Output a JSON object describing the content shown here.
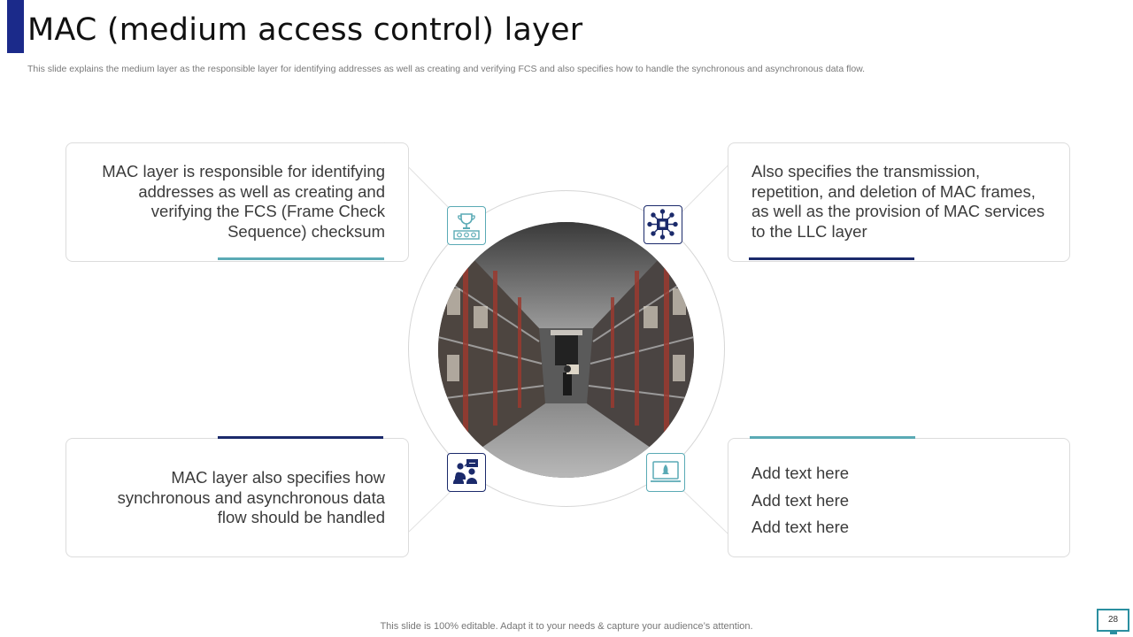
{
  "slide": {
    "title": "MAC (medium access control) layer",
    "subtitle": "This slide explains the medium layer as the responsible layer for identifying addresses as well as creating and verifying FCS  and also specifies how to handle the synchronous and asynchronous data flow.",
    "footer": "This slide is 100% editable. Adapt it to your needs & capture your audience’s attention.",
    "page_number": "28"
  },
  "cards": {
    "top_left": {
      "lines": [
        "MAC layer is responsible for identifying",
        "addresses as well as creating and",
        "verifying the FCS (Frame Check",
        "Sequence) checksum"
      ],
      "icon": "trophy-icon"
    },
    "top_right": {
      "lines": [
        "Also specifies the transmission,",
        "repetition, and deletion of MAC frames,",
        "as well as the provision of MAC services",
        "to the LLC layer"
      ],
      "icon": "network-chip-icon"
    },
    "bottom_left": {
      "lines": [
        "MAC layer also specifies how",
        "synchronous and asynchronous data",
        "flow should be handled"
      ],
      "icon": "team-presentation-icon"
    },
    "bottom_right": {
      "lines": [
        "Add text here",
        "Add text here",
        "Add text here"
      ],
      "icon": "monitor-rocket-icon"
    }
  },
  "colors": {
    "navy": "#1b2a6b",
    "teal": "#5aaab5",
    "accent": "#1b2a8a"
  },
  "image": {
    "subject": "warehouse-aisle-photo"
  }
}
